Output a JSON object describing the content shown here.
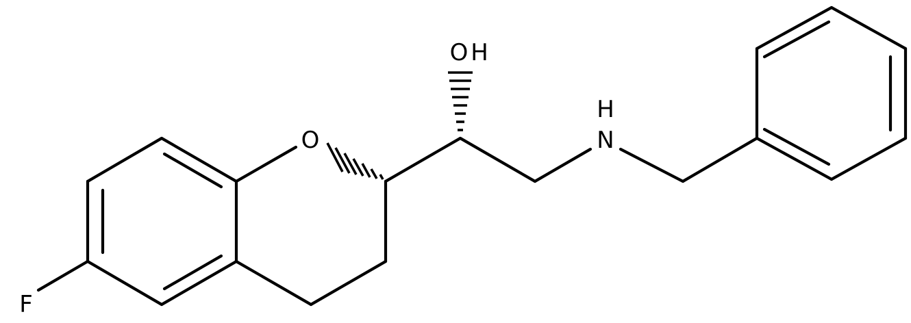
{
  "atoms": {
    "fluorine": "F",
    "ring_oxygen": "O",
    "hydroxyl_o": "O",
    "hydroxyl_h": "H",
    "amine_n": "N",
    "amine_h": "H"
  },
  "colors": {
    "bond": "#000000",
    "label": "#000000",
    "background": "#ffffff"
  }
}
